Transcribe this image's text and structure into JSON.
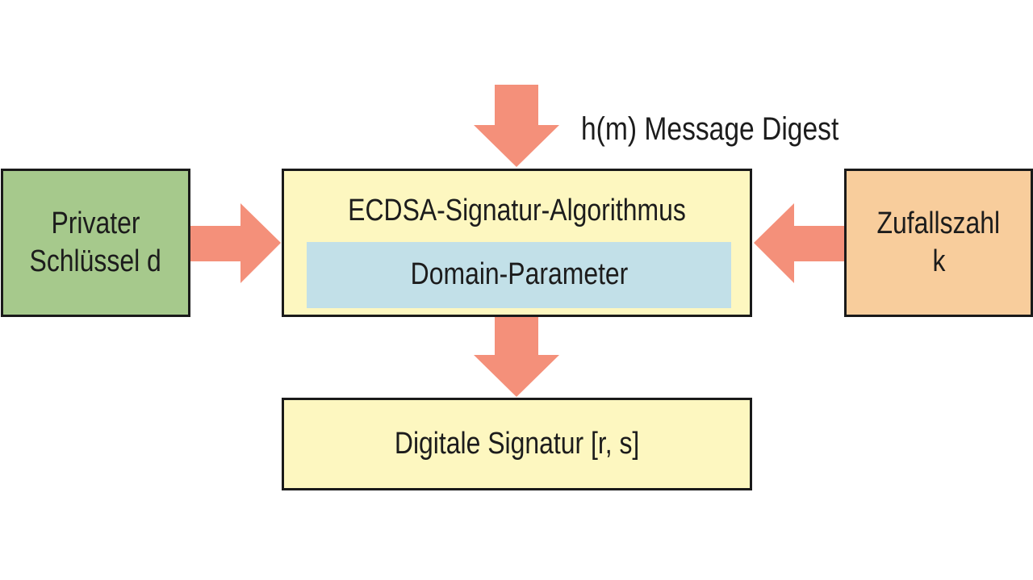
{
  "diagram": {
    "digest_label": "h(m) Message Digest",
    "private_key": {
      "line1": "Privater",
      "line2": "Schlüssel d"
    },
    "algorithm": {
      "title": "ECDSA-Signatur-Algorithmus",
      "domain_parameters": "Domain-Parameter"
    },
    "random_number": {
      "line1": "Zufallszahl",
      "line2": "k"
    },
    "signature": "Digitale Signatur [r, s]"
  },
  "colors": {
    "arrow": "#f4907a",
    "private_key_fill": "#a6c98c",
    "random_number_fill": "#f8cd9c",
    "process_fill": "#fdf7c0",
    "domain_fill": "#c2e0e8",
    "border": "#1a1a1a"
  }
}
